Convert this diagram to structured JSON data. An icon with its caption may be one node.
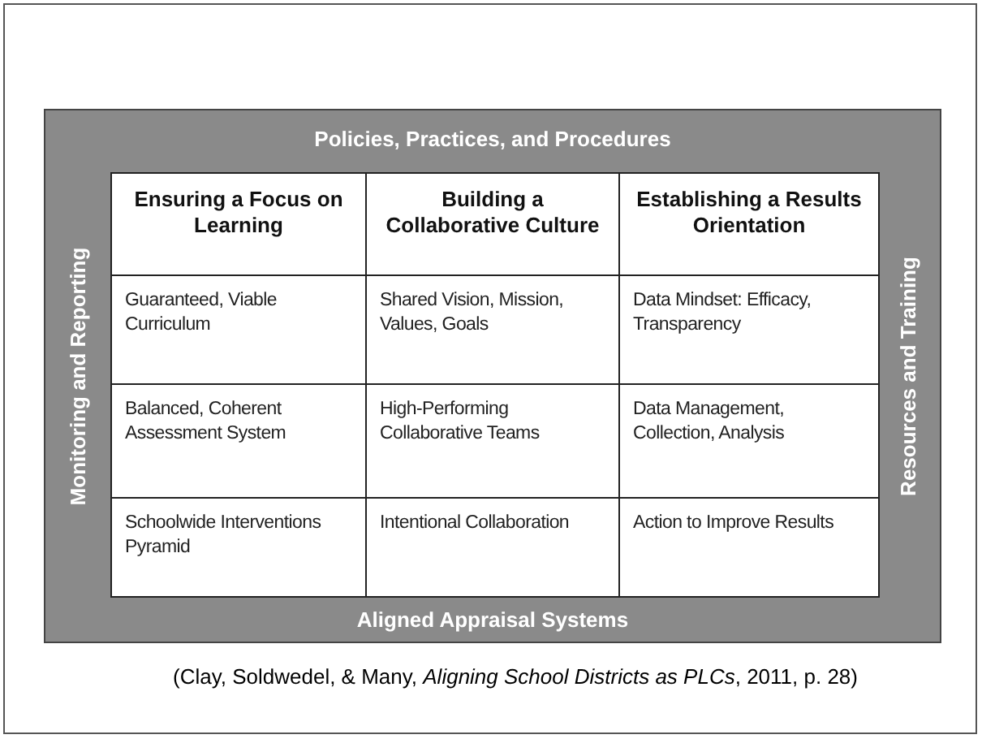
{
  "diagram": {
    "caption": "(Clay, Soldwedel, & Many, *Aligning School Districts as PLCs*, 2011, p. 28)",
    "nodes": [
      {
        "text": [
          "Policies, Practices, and Procedures",
          "Monitoring and Reporting",
          "Resources and Training",
          "Aligned Appraisal Systems"
        ]
      },
      {
        "text": [
          "Ensuring a Focus on Learning"
        ],
        "in": 0
      },
      {
        "text": [
          "Building a Collaborative Culture"
        ],
        "in": 0
      },
      {
        "text": [
          "Establishing a Results Orientation"
        ],
        "in": 0
      },
      {
        "text": [
          "Guaranteed, Viable Curriculum"
        ],
        "in": 0
      },
      {
        "text": [
          "Shared Vision, Mission, Values, Goals"
        ],
        "in": 0
      },
      {
        "text": [
          "Data Mindset: Efficacy, Transparency"
        ],
        "in": 0
      },
      {
        "text": [
          "Balanced, Coherent Assessment System"
        ],
        "in": 0
      },
      {
        "text": [
          "High-Performing Collaborative Teams"
        ],
        "in": 0
      },
      {
        "text": [
          "Data Management, Collection, Analysis"
        ],
        "in": 0
      },
      {
        "text": [
          "Schoolwide Interventions Pyramid"
        ],
        "in": 0
      },
      {
        "text": [
          "Intentional Collaboration"
        ],
        "in": 0
      },
      {
        "text": [
          "Action to Improve Results"
        ],
        "in": 0
      }
    ]
  }
}
